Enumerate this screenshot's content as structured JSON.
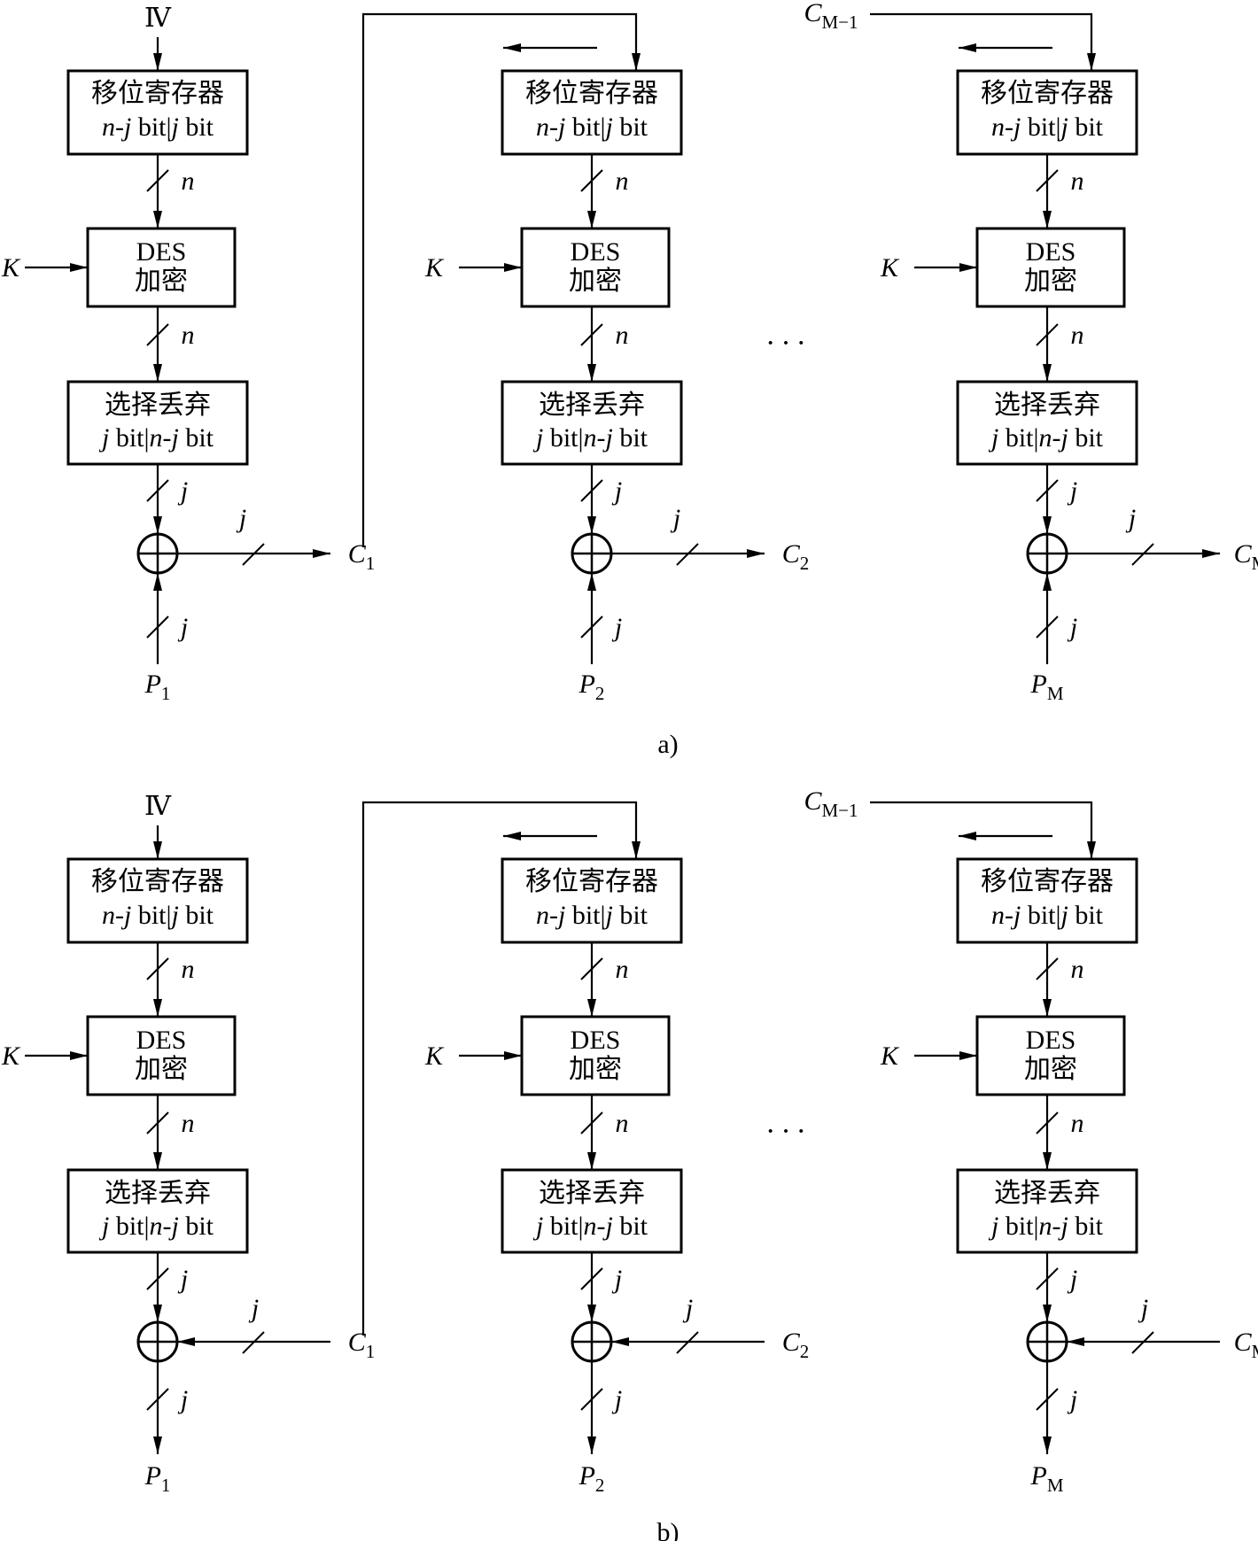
{
  "labels": {
    "iv": "Ⅳ",
    "shift_register": "移位寄存器",
    "shift_bits": {
      "a": "n",
      "b": "-",
      "c": "j",
      "d": " bit|",
      "e": "j",
      "f": " bit"
    },
    "des_line1": "DES",
    "des_line2": "加密",
    "select_discard": "选择丢弃",
    "select_bits": {
      "a": "j",
      "b": " bit|",
      "c": "n",
      "d": "-",
      "e": "j",
      "f": " bit"
    },
    "key": "K",
    "n": "n",
    "j": "j",
    "ellipsis": "···",
    "c_prev": {
      "base": "C",
      "sub": "M−1"
    }
  },
  "stages": [
    {
      "c": {
        "base": "C",
        "sub": "1"
      },
      "p": {
        "base": "P",
        "sub": "1"
      }
    },
    {
      "c": {
        "base": "C",
        "sub": "2"
      },
      "p": {
        "base": "P",
        "sub": "2"
      }
    },
    {
      "c": {
        "base": "C",
        "sub": "M"
      },
      "p": {
        "base": "P",
        "sub": "M"
      }
    }
  ],
  "panels": [
    {
      "id": "encrypt",
      "caption": "a)"
    },
    {
      "id": "decrypt",
      "caption": "b)"
    }
  ]
}
